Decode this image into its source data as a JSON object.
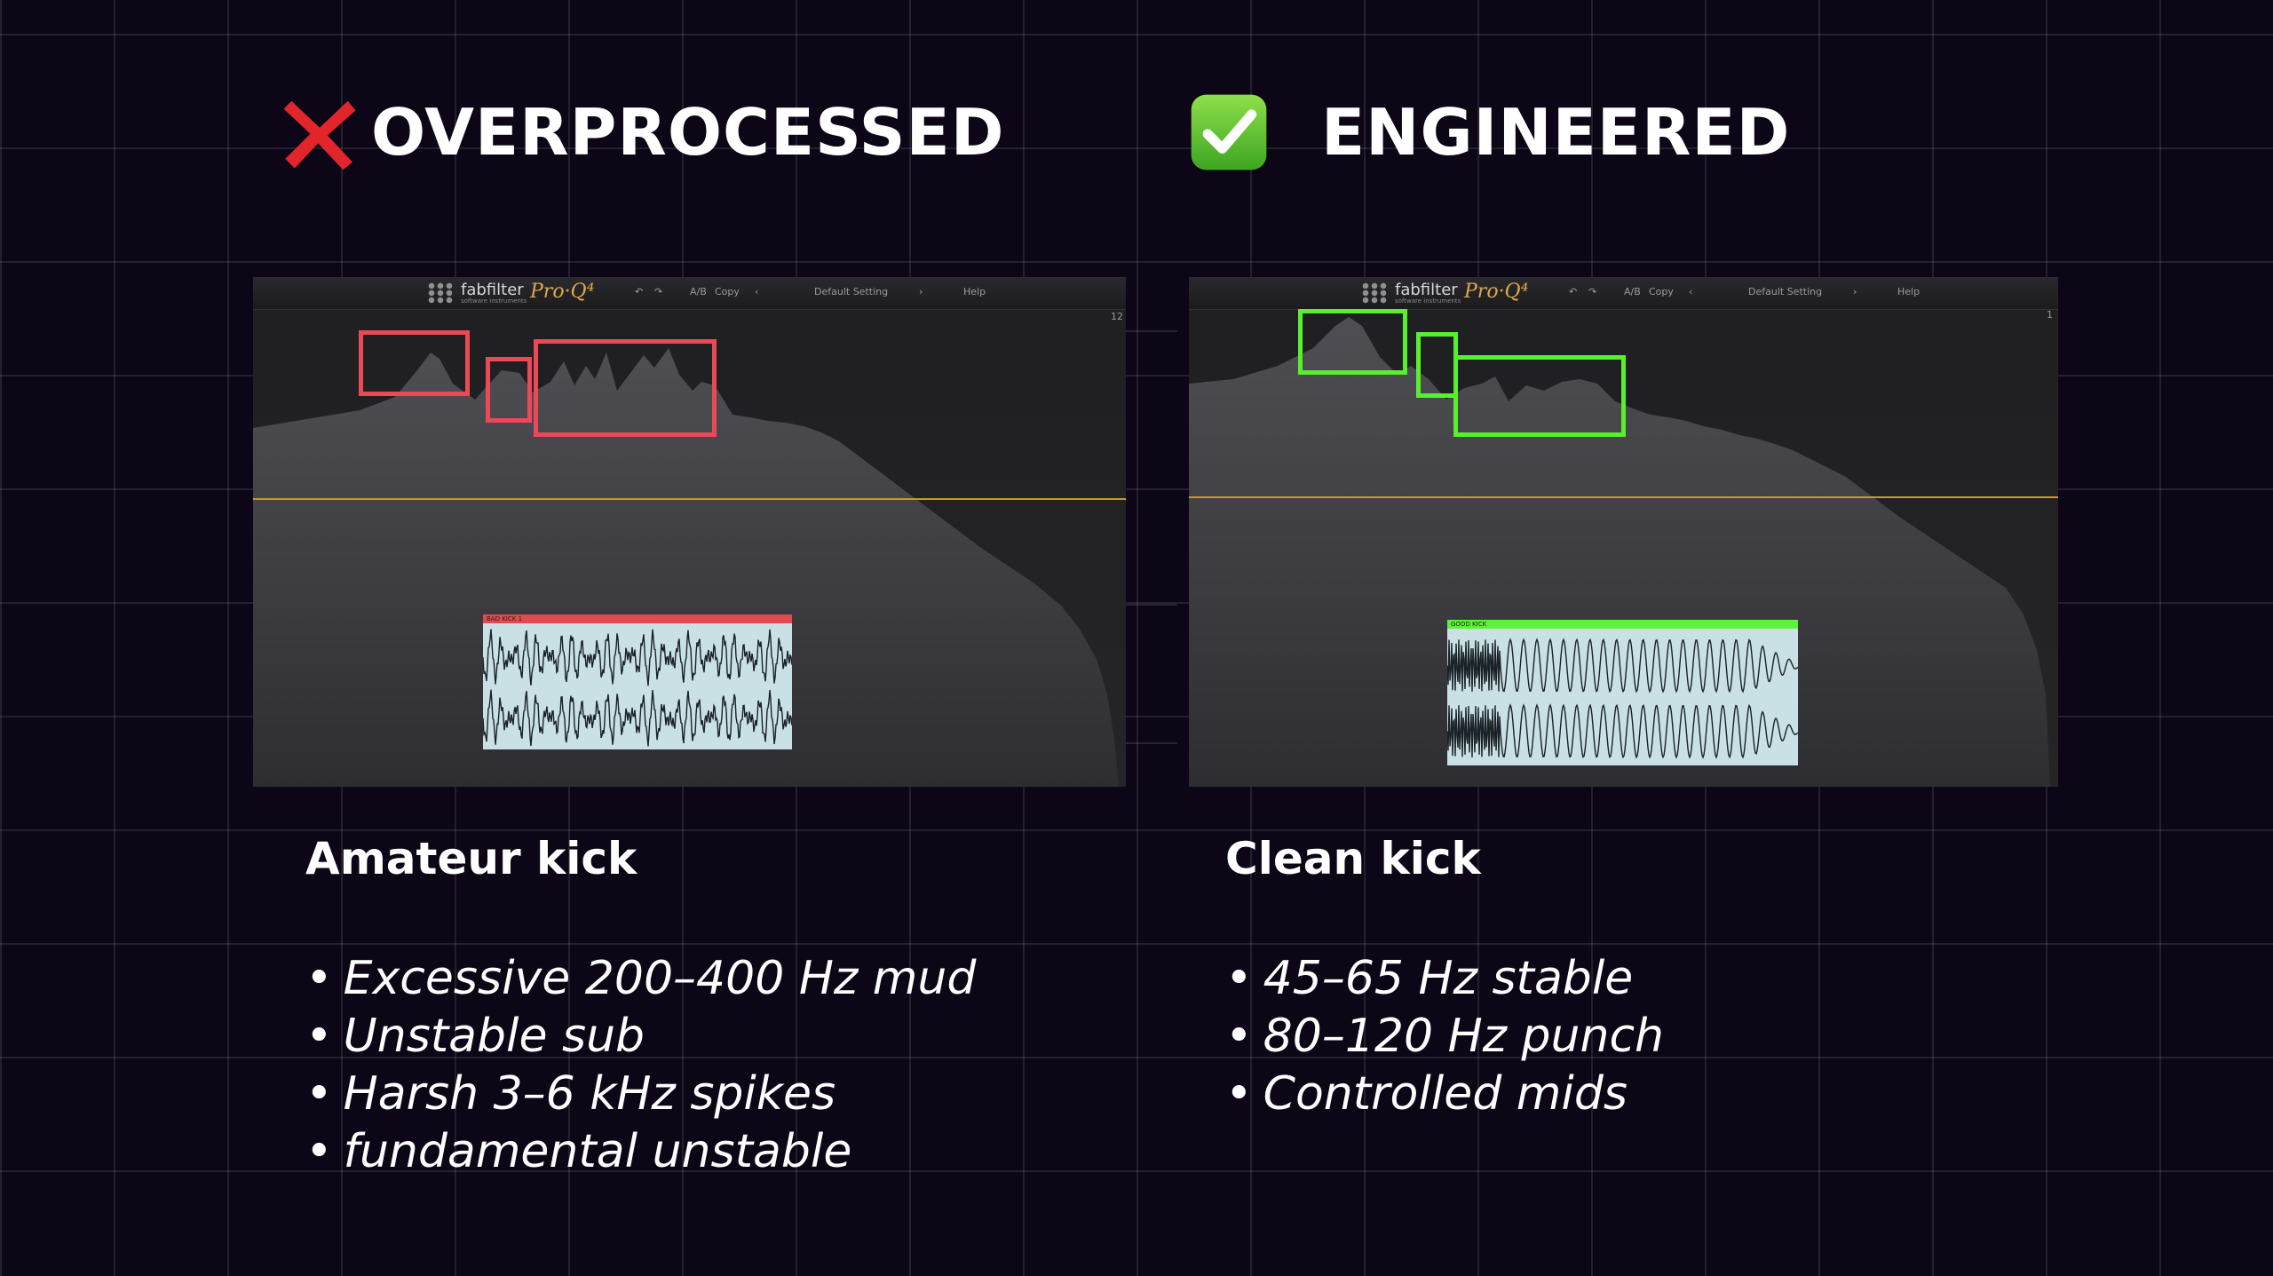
{
  "left": {
    "heading": "OVERPROCESSED",
    "icon": "cross-mark-icon",
    "accent": "#ea4a58",
    "plugin": {
      "brand": "fabfilter",
      "brand_sub": "software instruments",
      "product": "Pro·Q⁴",
      "ab": "A/B",
      "copy": "Copy",
      "preset": "Default Setting",
      "help": "Help",
      "scale": "12"
    },
    "clip_label": "BAD KICK 1",
    "title": "Amateur kick",
    "bullets": [
      "Excessive 200–400 Hz mud",
      "Unstable sub",
      "Harsh 3–6 kHz spikes",
      "fundamental unstable"
    ]
  },
  "right": {
    "heading": "ENGINEERED",
    "icon": "check-mark-button-icon",
    "accent": "#58f02c",
    "plugin": {
      "brand": "fabfilter",
      "brand_sub": "software instruments",
      "product": "Pro·Q⁴",
      "ab": "A/B",
      "copy": "Copy",
      "preset": "Default Setting",
      "help": "Help",
      "scale": "1"
    },
    "clip_label": "GOOD KICK",
    "title": "Clean kick",
    "bullets": [
      "45–65 Hz stable",
      "80–120 Hz punch",
      "Controlled mids"
    ]
  }
}
